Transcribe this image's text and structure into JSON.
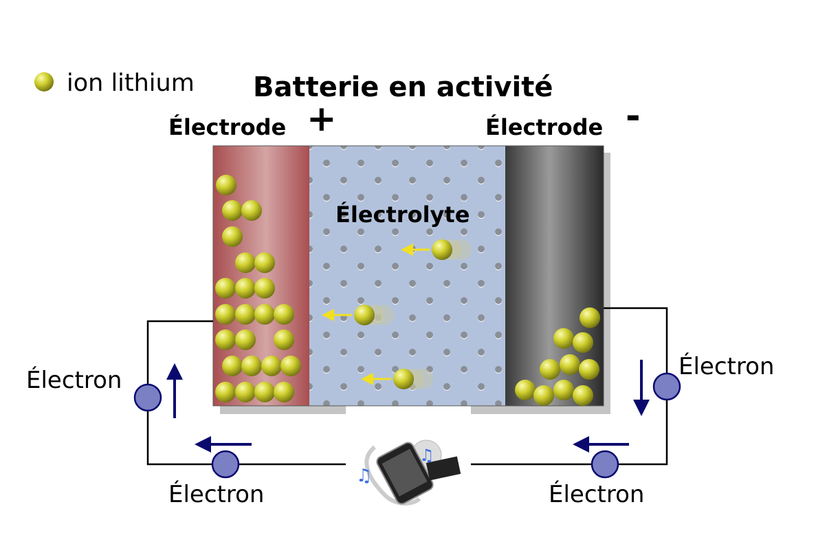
{
  "legend": {
    "label": "ion lithium"
  },
  "title": "Batterie en activité",
  "electrode_positive": {
    "label": "Électrode",
    "sign": "+"
  },
  "electrode_negative": {
    "label": "Électrode",
    "sign": "-"
  },
  "electrolyte": {
    "label": "Électrolyte"
  },
  "electron_labels": [
    "Électron",
    "Électron",
    "Électron",
    "Électron"
  ],
  "colors": {
    "ion": "#c8c832",
    "electron": "#7b80c4",
    "arrow": "#0a0a6e",
    "ion_arrow": "#f2e020",
    "positive": "#b05858",
    "negative": "#505050",
    "electrolyte": "#b3c2dc"
  }
}
